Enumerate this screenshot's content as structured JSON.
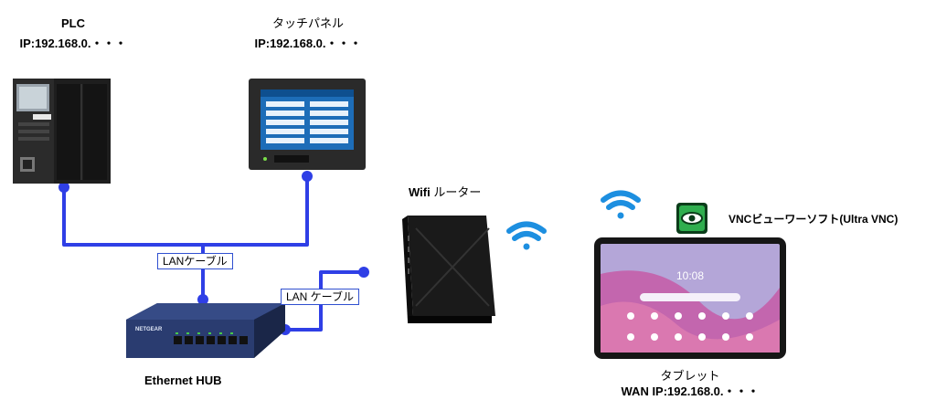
{
  "plc": {
    "name": "PLC",
    "ip": "IP:192.168.0.・・・"
  },
  "touch_panel": {
    "name": "タッチパネル",
    "ip": "IP:192.168.0.・・・",
    "screen_title": "Main Menu"
  },
  "cables": {
    "label_1": "LANケーブル",
    "label_2": "LAN ケーブル"
  },
  "hub": {
    "name": "Ethernet HUB",
    "brand": "NETGEAR"
  },
  "router": {
    "name_bold": "Wifi",
    "name_rest": " ルーター"
  },
  "tablet": {
    "name": "タブレット",
    "ip": "WAN IP:192.168.0.・・・",
    "clock": "10:08"
  },
  "vnc": {
    "label": "VNCビューワーソフト(Ultra VNC)"
  },
  "colors": {
    "cable": "#2f3fe6",
    "wifi": "#1d8fe0",
    "vnc_green": "#2fae4e"
  }
}
